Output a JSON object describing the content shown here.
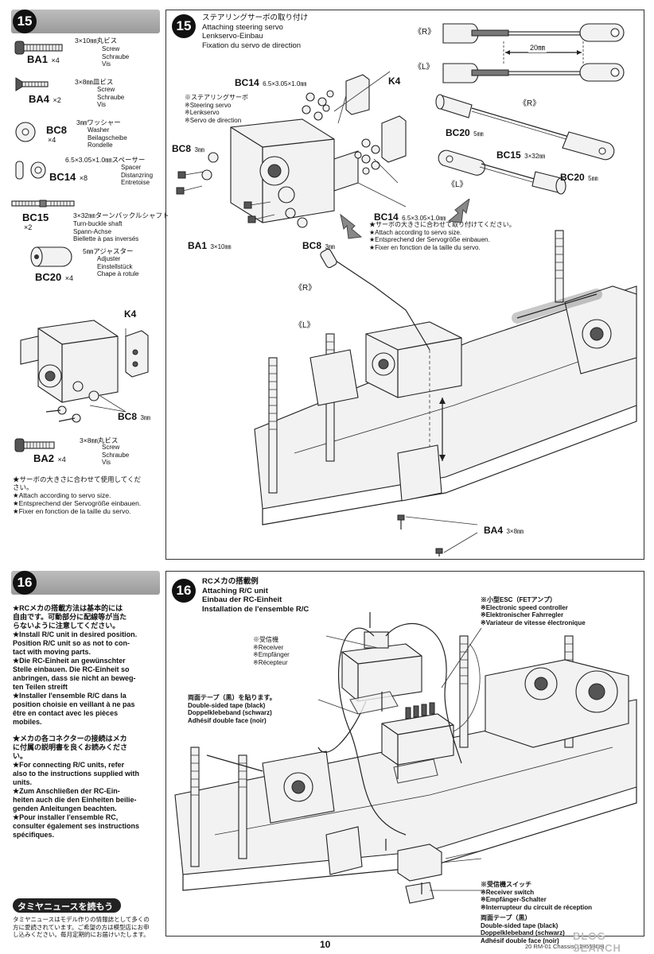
{
  "page_number": "10",
  "footer_code": "20 RM-01 Chassis(11955808)",
  "watermark": "BLOG SEARCH",
  "step15_side": {
    "step": "15",
    "parts": [
      {
        "code": "BA1",
        "qty": "×4",
        "jp": "3×10㎜丸ビス",
        "en": "Screw",
        "de": "Schraube",
        "fr": "Vis"
      },
      {
        "code": "BA4",
        "qty": "×2",
        "jp": "3×8㎜皿ビス",
        "en": "Screw",
        "de": "Schraube",
        "fr": "Vis"
      },
      {
        "code": "BC8",
        "qty": "×4",
        "jp": "3㎜ワッシャー",
        "en": "Washer",
        "de": "Beilagscheibe",
        "fr": "Rondelle"
      },
      {
        "code": "BC14",
        "qty": "×8",
        "jp": "6.5×3.05×1.0㎜スペーサー",
        "en": "Spacer",
        "de": "Distanzring",
        "fr": "Entretoise"
      },
      {
        "code": "BC15",
        "qty": "×2",
        "jp": "3×32㎜ターンバックルシャフト",
        "en": "Turn-buckle shaft",
        "de": "Spann-Achse",
        "fr": "Biellette à pas inversés"
      },
      {
        "code": "BC20",
        "qty": "×4",
        "jp": "5㎜アジャスター",
        "en": "Adjuster",
        "de": "Einstellstück",
        "fr": "Chape à rotule"
      }
    ],
    "k4": "K4",
    "bc8_label": "BC8",
    "bc8_size": "3㎜",
    "ba2": {
      "code": "BA2",
      "qty": "×4",
      "jp": "3×8㎜丸ビス",
      "en": "Screw",
      "de": "Schraube",
      "fr": "Vis"
    },
    "notes": [
      "★サーボの大きさに合わせて使用してくだ",
      "さい。",
      "★Attach according to servo size.",
      "★Entsprechend der Servogröße einbauen.",
      "★Fixer en fonction de la taille du servo."
    ]
  },
  "step15_main": {
    "step": "15",
    "title_jp": "ステアリングサーボの取り付け",
    "title_en": "Attaching steering servo",
    "title_de": "Lenkservo-Einbau",
    "title_fr": "Fixation du servo de direction",
    "servo_labels": [
      "※ステアリングサーボ",
      "※Steering servo",
      "※Lenkservo",
      "※Servo de direction"
    ],
    "bc14_top": "BC14",
    "bc14_top_size": "6.5×3.05×1.0㎜",
    "k4": "K4",
    "bc8_left": "BC8",
    "bc8_left_size": "3㎜",
    "ba1": "BA1",
    "ba1_size": "3×10㎜",
    "bc8_bottom": "BC8",
    "bc8_bottom_size": "3㎜",
    "bc14_bottom": "BC14",
    "bc14_bottom_size": "6.5×3.05×1.0㎜",
    "bc14_notes": [
      "★サーボの大きさに合わせて取り付けてください。",
      "★Attach according to servo size.",
      "★Entsprechend der Servogröße einbauen.",
      "★Fixer en fonction de la taille du servo."
    ],
    "r_label": "《R》",
    "l_label": "《L》",
    "r_label2": "《R》",
    "l_label2": "《L》",
    "dim_20": "20㎜",
    "bc20_a": "BC20",
    "bc20_a_size": "5㎜",
    "bc15": "BC15",
    "bc15_size": "3×32㎜",
    "bc20_b": "BC20",
    "bc20_b_size": "5㎜",
    "r_assy": "《R》",
    "l_assy": "《L》",
    "ba4": "BA4",
    "ba4_size": "3×8㎜"
  },
  "step16_side": {
    "step": "16",
    "note1": [
      "★RCメカの搭載方法は基本的には",
      "自由です。可動部分に配線等が当た",
      "らないように注意してください。",
      "★Install R/C unit in desired position.",
      "Position R/C unit so as not to con-",
      "tact with moving parts.",
      "★Die RC-Einheit an gewünschter",
      "Stelle einbauen. Die RC-Einheit so",
      "anbringen, dass sie nicht an beweg-",
      "ten Teilen streift",
      "★Installer l'ensemble R/C dans la",
      "position choisie en veillant à ne pas",
      "être en contact avec les pièces",
      "mobiles."
    ],
    "note2": [
      "★メカの各コネクターの接続はメカ",
      "に付属の説明書を良くお読みくださ",
      "い。",
      "★For connecting R/C units, refer",
      "also to the instructions supplied with",
      "units.",
      "★Zum Anschließen der RC-Ein-",
      "heiten auch die den Einheiten beilie-",
      "genden Anleitungen beachten.",
      "★Pour installer l'ensemble RC,",
      "consulter également ses instructions",
      "spécifiques."
    ],
    "news_title": "タミヤニュースを読もう",
    "news_text": [
      "タミヤニュースはモデル作りの情報誌として多くの",
      "方に愛読されています。ご希望の方は模型店にお申",
      "し込みください。毎月定期的にお届けいたします。"
    ]
  },
  "step16_main": {
    "step": "16",
    "title_jp": "RCメカの搭載例",
    "title_en": "Attaching R/C unit",
    "title_de": "Einbau der RC-Einheit",
    "title_fr": "Installation de l'ensemble R/C",
    "receiver": [
      "※受信機",
      "※Receiver",
      "※Empfänger",
      "※Récepteur"
    ],
    "esc": [
      "※小型ESC（FETアンプ）",
      "※Electronic speed controller",
      "※Elektronischer Fahrregler",
      "※Variateur de vitesse électronique"
    ],
    "tape1": [
      "両面テープ（黒）を貼ります。",
      "Double-sided tape (black)",
      "Doppelklebeband (schwarz)",
      "Adhésif double face (noir)"
    ],
    "switch": [
      "※受信機スイッチ",
      "※Receiver switch",
      "※Empfänger-Schalter",
      "※Interrupteur du circuit de réception"
    ],
    "tape2": [
      "両面テープ（黒）",
      "Double-sided tape (black)",
      "Doppelklebeband (schwarz)",
      "Adhésif double face (noir)"
    ]
  }
}
